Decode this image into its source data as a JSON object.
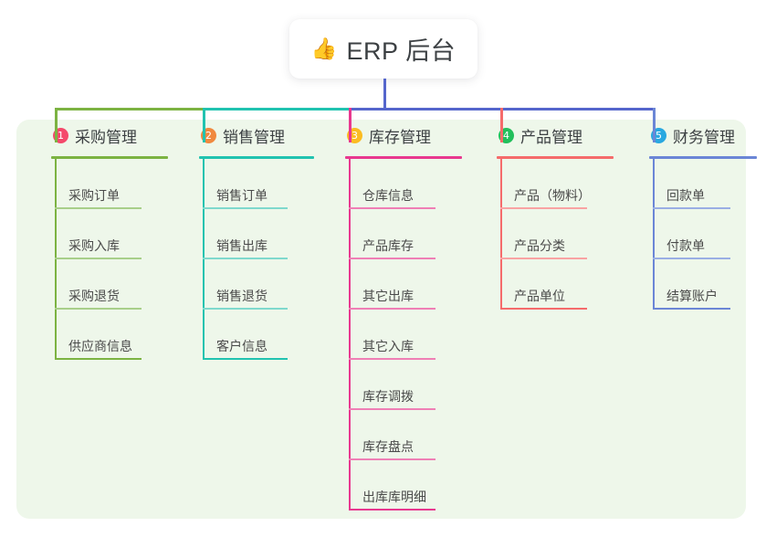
{
  "root": {
    "icon": "thumbs-up-icon",
    "icon_glyph": "👍",
    "title": "ERP 后台"
  },
  "palette": {
    "panel_background": "#eef7ea",
    "page_background": "#ffffff",
    "title_text": "#3c4043",
    "leaf_text": "#4a4a4a",
    "bus_left": "#7cb342",
    "bus_mid": "#21c3b0",
    "bus_right": "#5566cc"
  },
  "columns": [
    {
      "index": "1",
      "badge_label": "1",
      "badge_color": "#f4496b",
      "title": "采购管理",
      "line_color": "#7cb342",
      "leaf_line_color": "#a8cf8a",
      "items": [
        {
          "label": "采购订单"
        },
        {
          "label": "采购入库"
        },
        {
          "label": "采购退货"
        },
        {
          "label": "供应商信息"
        }
      ]
    },
    {
      "index": "2",
      "badge_label": "2",
      "badge_color": "#f0893f",
      "title": "销售管理",
      "line_color": "#21c3b0",
      "leaf_line_color": "#7fd9cd",
      "items": [
        {
          "label": "销售订单"
        },
        {
          "label": "销售出库"
        },
        {
          "label": "销售退货"
        },
        {
          "label": "客户信息"
        }
      ]
    },
    {
      "index": "3",
      "badge_label": "3",
      "badge_color": "#fbbc21",
      "title": "库存管理",
      "line_color": "#e8388f",
      "leaf_line_color": "#ef7fb5",
      "items": [
        {
          "label": "仓库信息"
        },
        {
          "label": "产品库存"
        },
        {
          "label": "其它出库"
        },
        {
          "label": "其它入库"
        },
        {
          "label": "库存调拨"
        },
        {
          "label": "库存盘点"
        },
        {
          "label": "出库库明细"
        }
      ]
    },
    {
      "index": "4",
      "badge_label": "4",
      "badge_color": "#22bf5b",
      "title": "产品管理",
      "line_color": "#f56b6b",
      "leaf_line_color": "#f9a3a3",
      "items": [
        {
          "label": "产品（物料）"
        },
        {
          "label": "产品分类"
        },
        {
          "label": "产品单位"
        }
      ]
    },
    {
      "index": "5",
      "badge_label": "5",
      "badge_color": "#29a8e0",
      "title": "财务管理",
      "line_color": "#6b86d6",
      "leaf_line_color": "#9aaee4",
      "items": [
        {
          "label": "回款单"
        },
        {
          "label": "付款单"
        },
        {
          "label": "结算账户"
        }
      ]
    }
  ]
}
